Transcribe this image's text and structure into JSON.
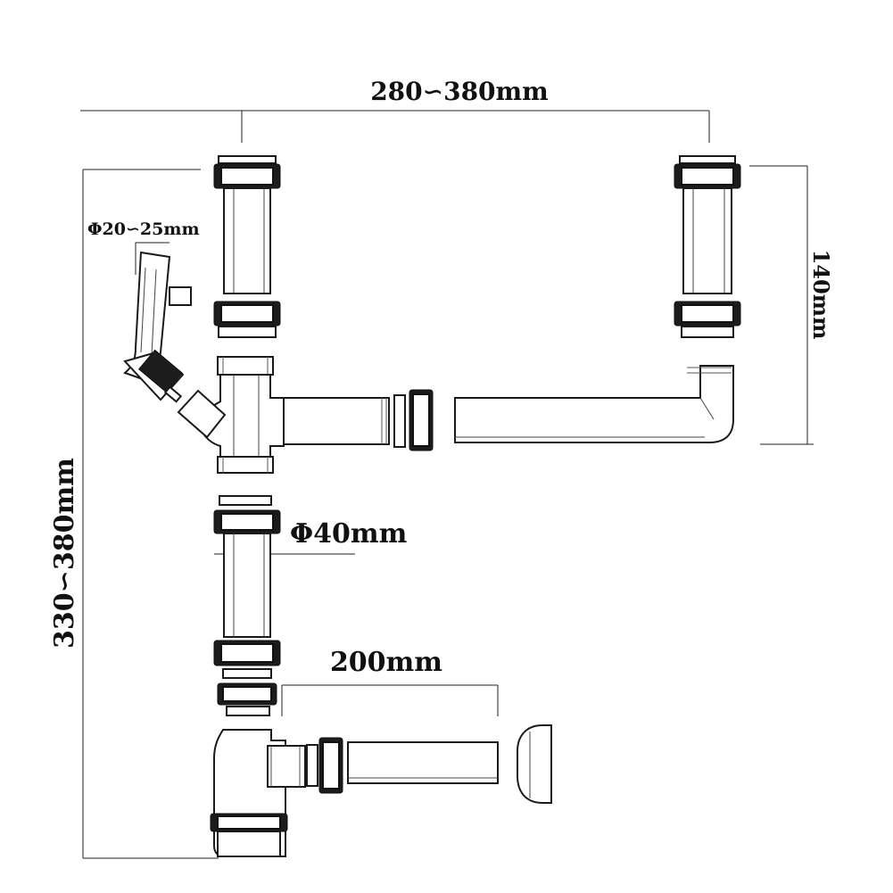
{
  "diagram": {
    "labels": {
      "width_range": "280∽380mm",
      "side_inlet_diameter": "Φ20∽25mm",
      "inlet_height": "140mm",
      "total_height": "330∽380mm",
      "main_diameter": "Φ40mm",
      "outlet_length": "200mm"
    },
    "colors": {
      "line": "#1a1a1a",
      "nut_band": "#1c1c1c",
      "background": "#ffffff"
    }
  }
}
